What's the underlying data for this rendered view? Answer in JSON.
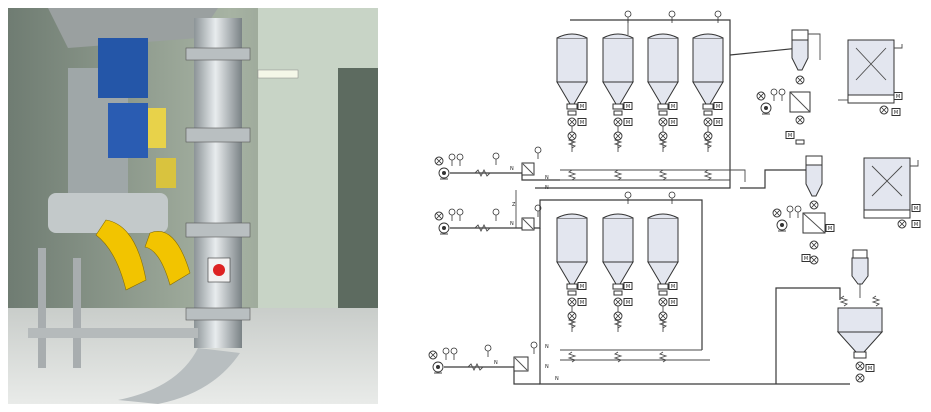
{
  "photo": {
    "description_icon": "pneumatic-conveying-equipment-photo",
    "warning_label_icon": "hazard-sticker-icon"
  },
  "diagram": {
    "icon": "process-flow-schematic",
    "motor_symbol": "M",
    "valve_symbol": "valve-icon",
    "blower_symbol": "blower-icon",
    "colors": {
      "silo_fill": "#e3e6ef",
      "line": "#333333"
    }
  }
}
